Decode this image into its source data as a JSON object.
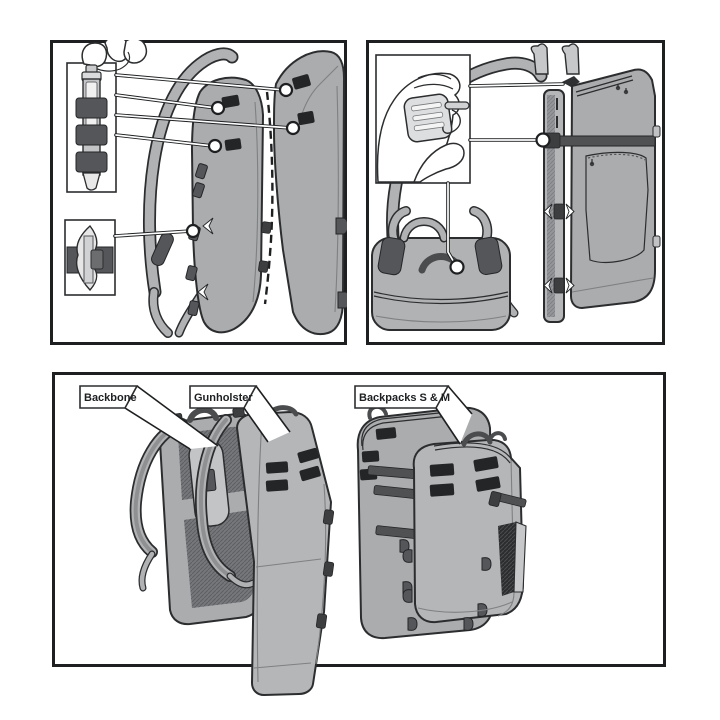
{
  "colors": {
    "outline": "#1d1f21",
    "body_gray": "#aaacae",
    "light_gray": "#d8dadc",
    "dark_gray": "#54565a",
    "slot_black": "#232527",
    "background": "#ffffff"
  },
  "components": {
    "labels": [
      {
        "text": "Backbone"
      },
      {
        "text": "Gunholster"
      },
      {
        "text": "Backpacks S & M"
      }
    ]
  }
}
